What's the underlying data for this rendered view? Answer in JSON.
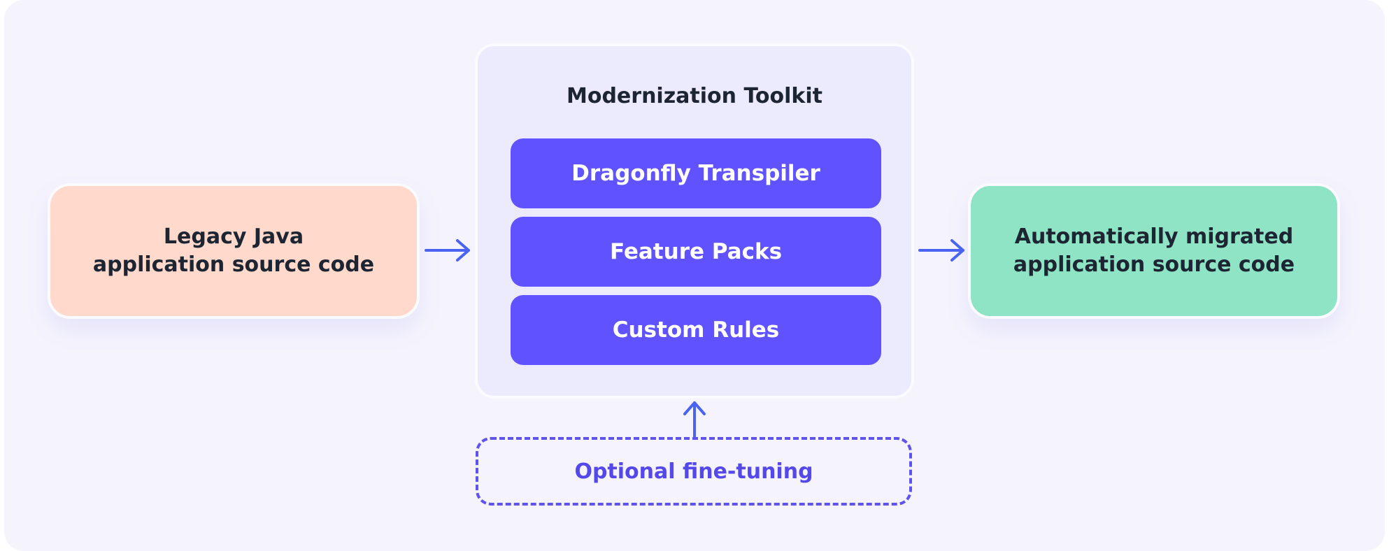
{
  "diagram": {
    "source": {
      "line1": "Legacy Java",
      "line2": "application source code"
    },
    "toolkit": {
      "title": "Modernization Toolkit",
      "items": [
        "Dragonfly Transpiler",
        "Feature Packs",
        "Custom Rules"
      ]
    },
    "target": {
      "line1": "Automatically migrated",
      "line2": "application source code"
    },
    "optional": "Optional fine-tuning"
  },
  "colors": {
    "background": "#f5f4fd",
    "source_fill": "#fed9cc",
    "target_fill": "#8ee4c5",
    "toolkit_fill": "#eceafd",
    "tool_item_fill": "#6052fe",
    "arrow": "#4a63f0",
    "dashed_border": "#5f52ed"
  },
  "icons": {
    "arrows": [
      "arrow-right-icon",
      "arrow-right-icon",
      "arrow-up-icon"
    ]
  }
}
